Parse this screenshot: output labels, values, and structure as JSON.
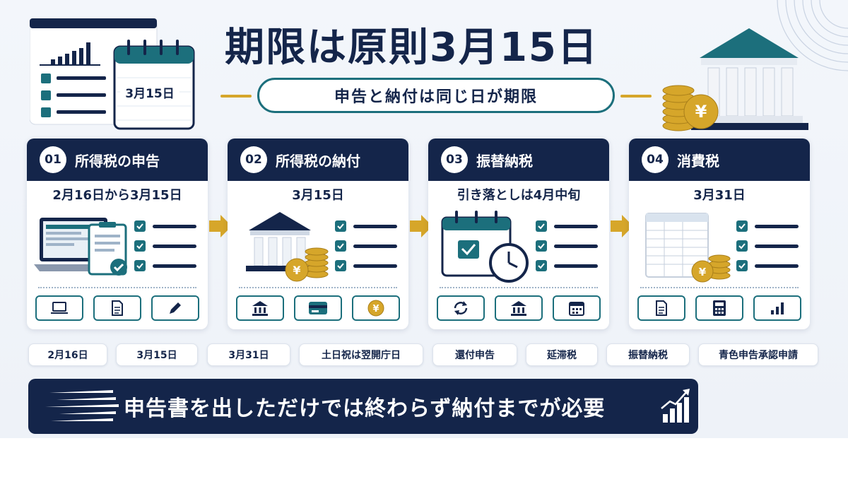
{
  "title": "期限は原則3月15日",
  "subtitle": "申告と納付は同じ日が期限",
  "illustration": {
    "calendar_label": "3月15日"
  },
  "steps": [
    {
      "number": "01",
      "title": "所得税の申告",
      "date": "2月16日から3月15日",
      "icons": [
        "laptop-icon",
        "document-icon",
        "pen-icon"
      ]
    },
    {
      "number": "02",
      "title": "所得税の納付",
      "date": "3月15日",
      "icons": [
        "bank-icon",
        "card-icon",
        "yen-coin-icon"
      ]
    },
    {
      "number": "03",
      "title": "振替納税",
      "date": "引き落としは4月中旬",
      "icons": [
        "refresh-icon",
        "bank-icon",
        "calendar-icon"
      ]
    },
    {
      "number": "04",
      "title": "消費税",
      "date": "3月31日",
      "icons": [
        "document-icon",
        "calculator-icon",
        "bar-chart-icon"
      ]
    }
  ],
  "chips": [
    "2月16日",
    "3月15日",
    "3月31日",
    "土日祝は翌開庁日",
    "還付申告",
    "延滞税",
    "振替納税",
    "青色申告承認申請"
  ],
  "footer": {
    "message": "申告書を出しただけでは終わらず納付までが必要"
  },
  "colors": {
    "navy": "#14254a",
    "teal": "#1c6f7c",
    "gold": "#d6a62a",
    "background": "#eef2f8"
  }
}
